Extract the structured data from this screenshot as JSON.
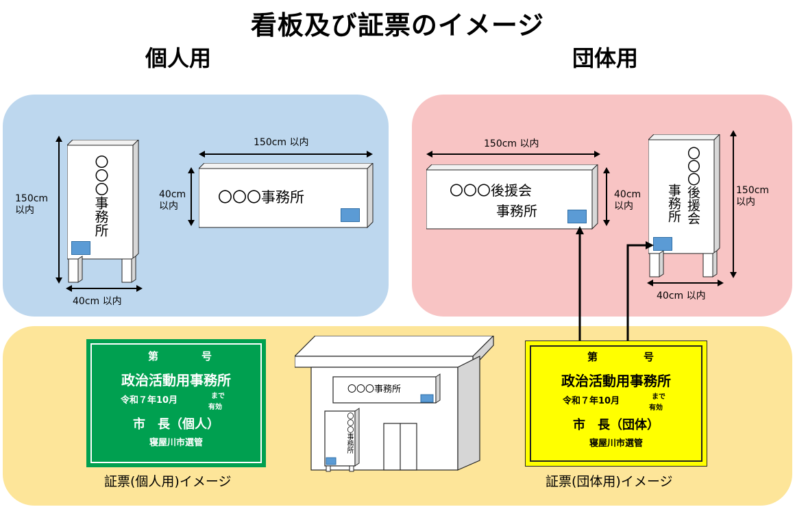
{
  "title": "看板及び証票のイメージ",
  "individual": {
    "heading": "個人用",
    "vertical_sign_text": "〇〇〇事務所",
    "height_label": "150cm\n以内",
    "width_label": "40cm 以内",
    "horizontal_sign_text": "〇〇〇事務所",
    "horizontal_width_label": "150cm 以内",
    "horizontal_height_label": "40cm\n以内"
  },
  "group": {
    "heading": "団体用",
    "horizontal_sign_line1": "〇〇〇後援会",
    "horizontal_sign_line2": "事務所",
    "horizontal_width_label": "150cm 以内",
    "horizontal_height_label": "40cm\n以内",
    "vertical_sign_col1": "〇〇〇後援会",
    "vertical_sign_col2": "事務所",
    "height_label": "150cm\n以内",
    "width_label": "40cm 以内"
  },
  "cert_individual": {
    "number_label_1": "第",
    "number_label_2": "号",
    "heading": "政治活動用事務所",
    "validity": "令和７年10月",
    "validity_suffix_1": "まで",
    "validity_suffix_2": "有効",
    "issuer": "市　長（個人）",
    "committee": "寝屋川市選管",
    "caption": "証票(個人用)イメージ"
  },
  "cert_group": {
    "number_label_1": "第",
    "number_label_2": "号",
    "heading": "政治活動用事務所",
    "validity": "令和７年10月",
    "validity_suffix_1": "まで",
    "validity_suffix_2": "有効",
    "issuer": "市　長（団体）",
    "committee": "寝屋川市選管",
    "caption": "証票(団体用)イメージ"
  },
  "building": {
    "roof_sign_text": "〇〇〇事務所",
    "stand_sign_text": "〇〇〇事務所"
  },
  "colors": {
    "blue_panel": "#bdd7ee",
    "pink_panel": "#f8c4c4",
    "yellow_panel": "#fde599",
    "green_cert": "#00a050",
    "yellow_cert": "#ffff00"
  }
}
